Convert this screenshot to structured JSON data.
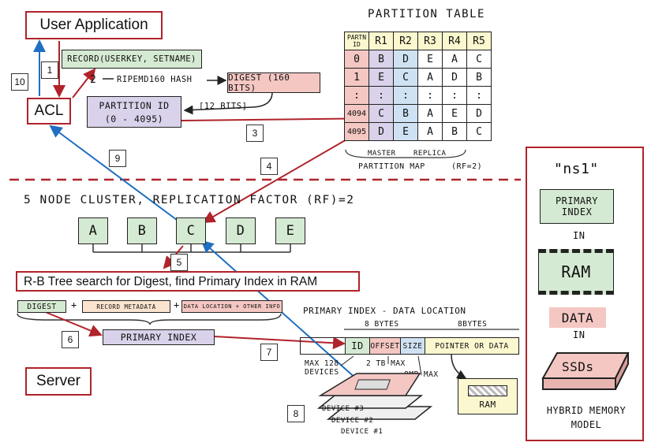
{
  "user_application": "User Application",
  "acl": "ACL",
  "server": "Server",
  "record": "RECORD(USERKEY, SETNAME)",
  "hash": "RIPEMD160 HASH",
  "digest_box": "DIGEST (160 BITS)",
  "partition_id": "PARTITION ID",
  "partition_range": "(0 - 4095)",
  "bits12": "[12 BITS]",
  "partition_table": {
    "title": "PARTITION TABLE",
    "headers": [
      "PARTN ID",
      "R1",
      "R2",
      "R3",
      "R4",
      "R5"
    ],
    "rows": [
      [
        "0",
        "B",
        "D",
        "E",
        "A",
        "C"
      ],
      [
        "1",
        "E",
        "C",
        "A",
        "D",
        "B"
      ],
      [
        ":",
        ":",
        ":",
        ":",
        ":",
        ":"
      ],
      [
        "4094",
        "C",
        "B",
        "A",
        "E",
        "D"
      ],
      [
        "4095",
        "D",
        "E",
        "A",
        "B",
        "C"
      ]
    ],
    "master": "MASTER",
    "replica": "REPLICA",
    "map": "PARTITION MAP",
    "rf": "(RF=2)"
  },
  "cluster_title": "5 NODE CLUSTER, REPLICATION FACTOR (RF)=2",
  "nodes": [
    "A",
    "B",
    "C",
    "D",
    "E"
  ],
  "rb_tree": "R-B Tree search for Digest, find Primary Index in RAM",
  "digest": "DIGEST",
  "plus": "+",
  "record_metadata": "RECORD METADATA",
  "data_location": "DATA LOCATION + OTHER INFO",
  "primary_index": "PRIMARY INDEX",
  "pi_title": "PRIMARY INDEX - DATA LOCATION",
  "bytes1": "8 BYTES",
  "bytes2": "8BYTES",
  "fields": [
    "ID",
    "OFFSET",
    "SIZE",
    "POINTER or DATA"
  ],
  "max128": "MAX 128",
  "devices": "DEVICES",
  "tb": "2 TB MAX",
  "mb": "8MB MAX",
  "device_list": [
    "DEVICE #3",
    "DEVICE #2",
    "DEVICE #1"
  ],
  "ram_small": "RAM",
  "steps": [
    "1",
    "2",
    "3",
    "4",
    "5",
    "6",
    "7",
    "8",
    "9",
    "10"
  ],
  "hybrid": {
    "ns": "\"ns1\"",
    "primary": "PRIMARY INDEX",
    "in1": "IN",
    "ram": "RAM",
    "data": "DATA",
    "in2": "IN",
    "ssd": "SSDs",
    "title1": "HYBRID MEMORY",
    "title2": "MODEL"
  }
}
